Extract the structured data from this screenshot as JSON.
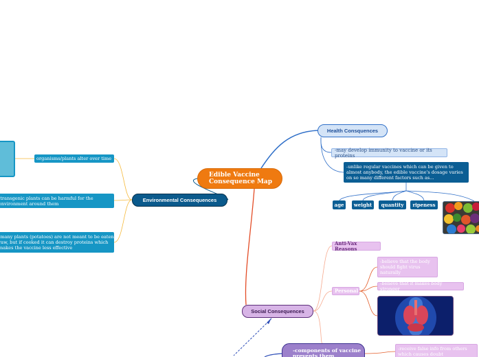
{
  "root": {
    "title": "Edible Vaccine Consequence Map"
  },
  "health": {
    "label": "Health Consquences",
    "immunity": "-may develop immunity to vaccine or its proteins",
    "dosage": "-unlike regular vaccines which can be given to almost anybody, the edible vaccine's dosage varies on so many different factors such as...",
    "factors": [
      "age",
      "weight",
      "quantity",
      "ripeness"
    ]
  },
  "environmental": {
    "label": "Environmental Consequences",
    "alter": "organisms/plants alter over time",
    "transgenic": "-transgenic plants can be harmful for the environment around them",
    "potatoes": "-many plants (potatoes) are not meant to be eaten raw, but if cooked it can destroy proteins which makes the vaccine less effective"
  },
  "social": {
    "label": "Social Consequences",
    "antivax": "Anti-Vax Reasons",
    "personal": "Personal",
    "body_fight": "-believe that the body should fight virus naturally",
    "stronger": "-believe that it makes body stronger",
    "components": "-components of vaccine prevents them",
    "false_info": "-receive false info from others which causes doubt"
  },
  "colors": {
    "root": "#ef7a10",
    "health": "#2f6fc8",
    "environmental": "#0b5a8c",
    "social": "#d7b4e6",
    "teal": "#1696c5",
    "pink": "#e8c2ef"
  }
}
